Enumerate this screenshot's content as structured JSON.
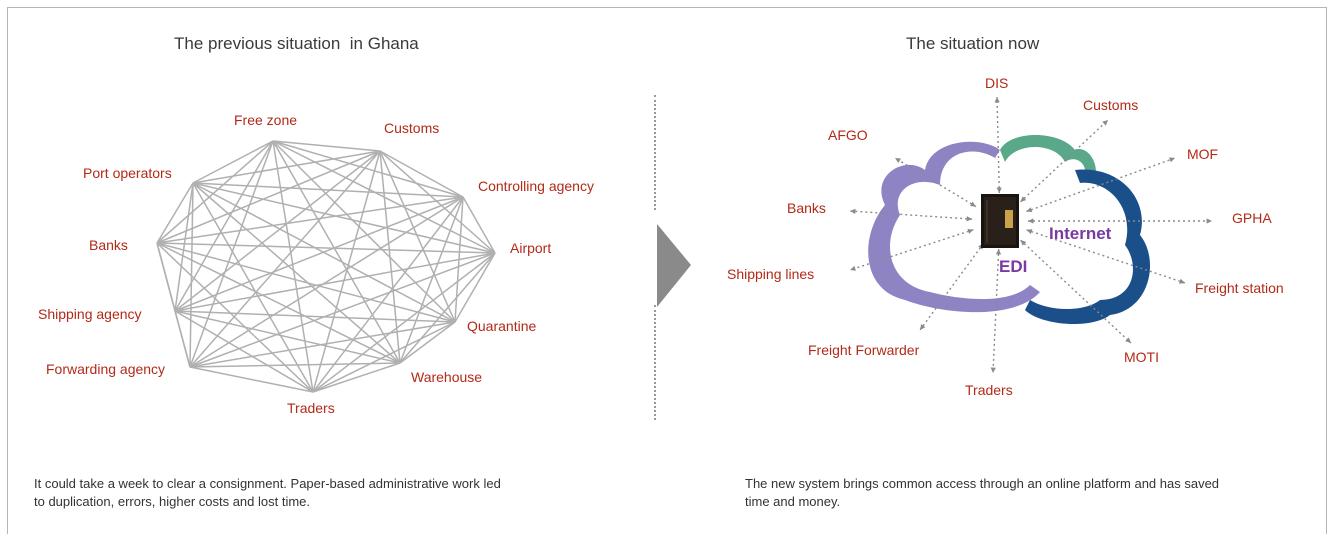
{
  "left": {
    "title": "The previous situation  in Ghana",
    "caption": "It could take a week to clear a consignment. Paper-based administrative work led to duplication, errors, higher costs and lost time.",
    "nodes": [
      "Free zone",
      "Customs",
      "Controlling agency",
      "Airport",
      "Quarantine",
      "Warehouse",
      "Traders",
      "Forwarding agency",
      "Shipping agency",
      "Banks",
      "Port operators"
    ]
  },
  "right": {
    "title": "The situation now",
    "caption": "The new system brings common access through an online platform and has saved time and money.",
    "hub_labels": {
      "internet": "Internet",
      "edi": "EDI"
    },
    "nodes": [
      "DIS",
      "Customs",
      "MOF",
      "GPHA",
      "Freight station",
      "MOTI",
      "Traders",
      "Freight Forwarder",
      "Shipping lines",
      "Banks",
      "AFGO"
    ]
  },
  "colors": {
    "label": "#b22a18",
    "edges": "#b0b0b0",
    "cloud_purple": "#8e84c4",
    "cloud_green": "#5aa88a",
    "cloud_blue": "#1b4f8a",
    "hub_text": "#7a3aa0"
  }
}
